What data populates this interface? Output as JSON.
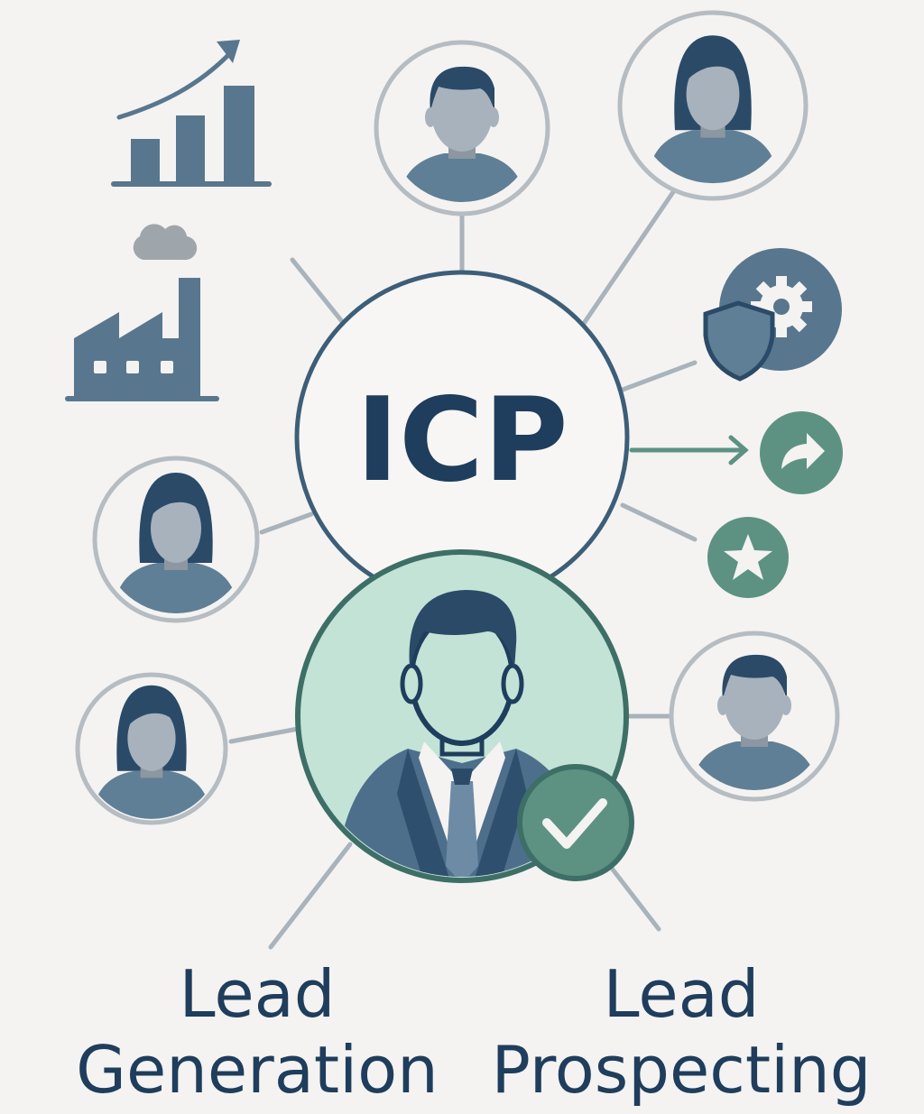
{
  "center": {
    "text": "ICP"
  },
  "labels": {
    "generation": {
      "line1": "Lead",
      "line2": "Generation"
    },
    "prospecting": {
      "line1": "Lead",
      "line2": "Prospecting"
    }
  },
  "icons": [
    "growth-chart-icon",
    "factory-icon",
    "gear-shield-icon",
    "arrow-icon",
    "star-icon",
    "checkmark-icon"
  ],
  "colors": {
    "background": "#f4f3f1",
    "navy": "#1f3d5c",
    "slate": "#5f7f96",
    "slate_light": "#a7b2bd",
    "ring": "#b5bcc2",
    "teal": "#5d9283",
    "mint": "#c3e3d7"
  }
}
